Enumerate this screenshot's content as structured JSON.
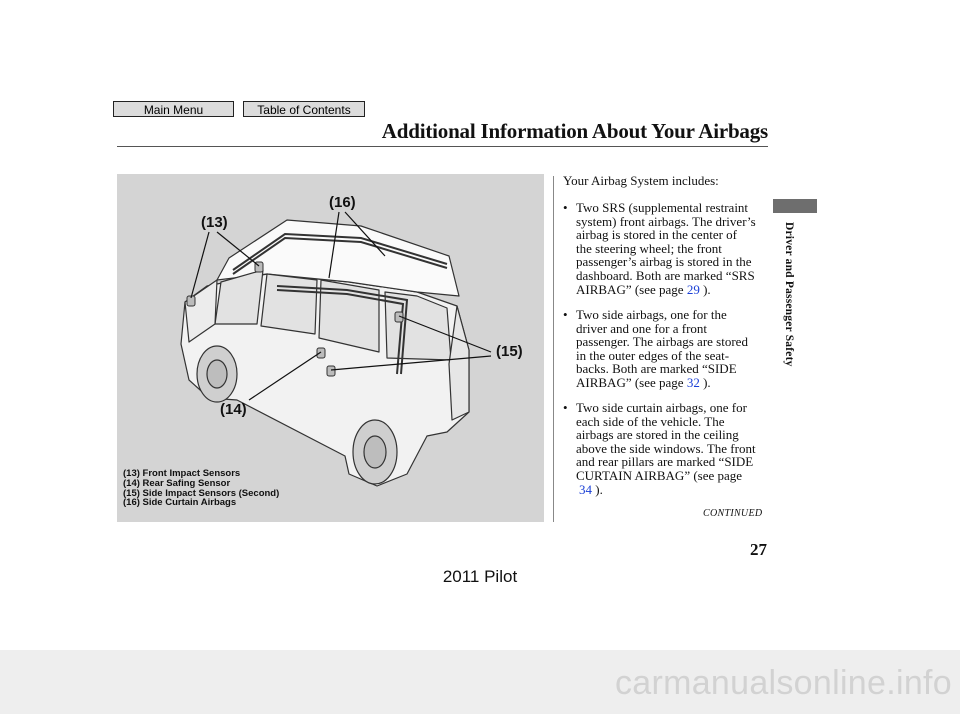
{
  "nav": {
    "main_menu": "Main Menu",
    "toc": "Table of Contents"
  },
  "header": {
    "title": "Additional Information About Your Airbags"
  },
  "figure": {
    "callouts": {
      "c13": "(13)",
      "c14": "(14)",
      "c15": "(15)",
      "c16": "(16)"
    },
    "legend": [
      "(13) Front Impact Sensors",
      "(14) Rear Safing Sensor",
      "(15) Side Impact Sensors (Second)",
      "(16) Side Curtain Airbags"
    ]
  },
  "body": {
    "intro": "Your Airbag System includes:",
    "bullet_symbol": "•",
    "bullets": [
      {
        "lines": [
          "Two SRS (supplemental restraint",
          "system) front airbags. The driver’s",
          "airbag is stored in the center of",
          "the steering wheel; the front",
          "passenger’s airbag is stored in the",
          "dashboard. Both are marked “SRS"
        ],
        "pre": "AIRBAG” (see page",
        "page": "29",
        "post": ")."
      },
      {
        "lines": [
          "Two side airbags, one for the",
          "driver and one for a front",
          "passenger. The airbags are stored",
          "in the outer edges of the seat-",
          "backs. Both are marked “SIDE"
        ],
        "pre": "AIRBAG” (see page",
        "page": "32",
        "post": ")."
      },
      {
        "lines": [
          "Two side curtain airbags, one for",
          "each side of the vehicle. The",
          "airbags are stored in the ceiling",
          "above the side windows. The front",
          "and rear pillars are marked “SIDE",
          "CURTAIN AIRBAG” (see page"
        ],
        "pre": "",
        "page": "34",
        "post": ")."
      }
    ],
    "continued": "CONTINUED"
  },
  "side_tab": "Driver and Passenger Safety",
  "page_number": "27",
  "footer": "2011 Pilot",
  "watermark": "carmanualsonline.info",
  "colors": {
    "figure_bg": "#d4d4d4",
    "link": "#1a3fd6",
    "tab": "#6e6e6e"
  }
}
